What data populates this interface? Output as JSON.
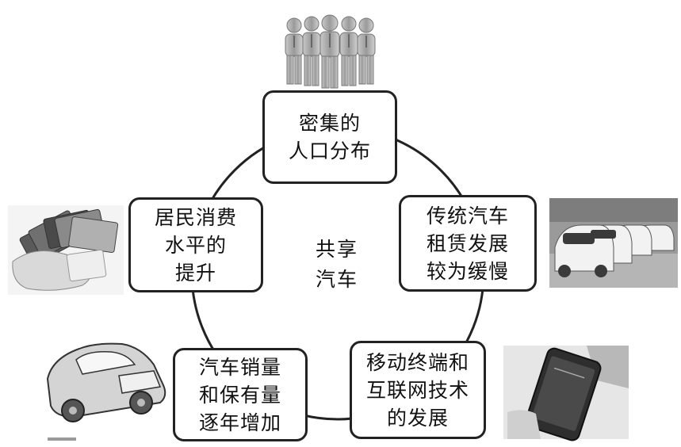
{
  "center": {
    "lines": [
      "共享",
      "汽车"
    ]
  },
  "nodes": {
    "population": {
      "lines": [
        "密集的",
        "人口分布"
      ]
    },
    "rental": {
      "lines": [
        "传统汽车",
        "租赁发展",
        "较为缓慢"
      ]
    },
    "mobile": {
      "lines": [
        "移动终端和",
        "互联网技术",
        "的发展"
      ]
    },
    "sales": {
      "lines": [
        "汽车销量",
        "和保有量",
        "逐年增加"
      ]
    },
    "consumption": {
      "lines": [
        "居民消费",
        "水平的",
        "提升"
      ]
    }
  },
  "images": {
    "people": "people-group-icon",
    "cards": "credit-cards-icon",
    "cars": "electric-cars-icon",
    "car": "car-icon",
    "phone": "smartphone-icon"
  }
}
